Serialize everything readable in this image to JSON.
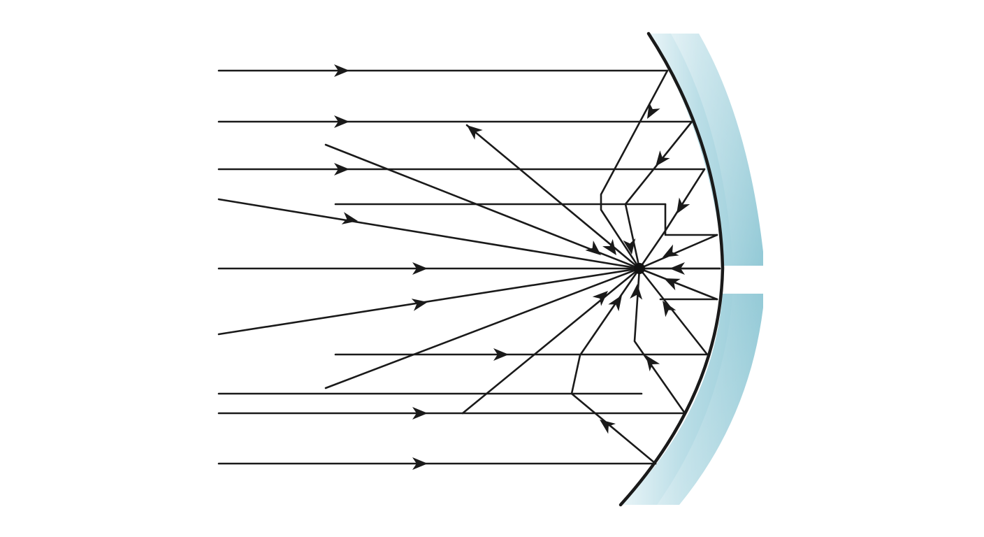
{
  "colors": {
    "background": "#ffffff",
    "ray": "#1a1a1a",
    "mirror_surface": "#1a1a1a",
    "mirror_glass_light": "#eaf5f8",
    "mirror_glass_mid": "#b9dde6",
    "mirror_glass_dark": "#92c9d6",
    "focus_point": "#111111"
  },
  "icons": {
    "arrowhead": "arrowhead-icon",
    "focal_point": "focal-point-icon"
  },
  "diagram": {
    "elements": [
      "concave-mirror",
      "incident-rays",
      "reflected-rays",
      "focal-point"
    ],
    "labels": []
  }
}
